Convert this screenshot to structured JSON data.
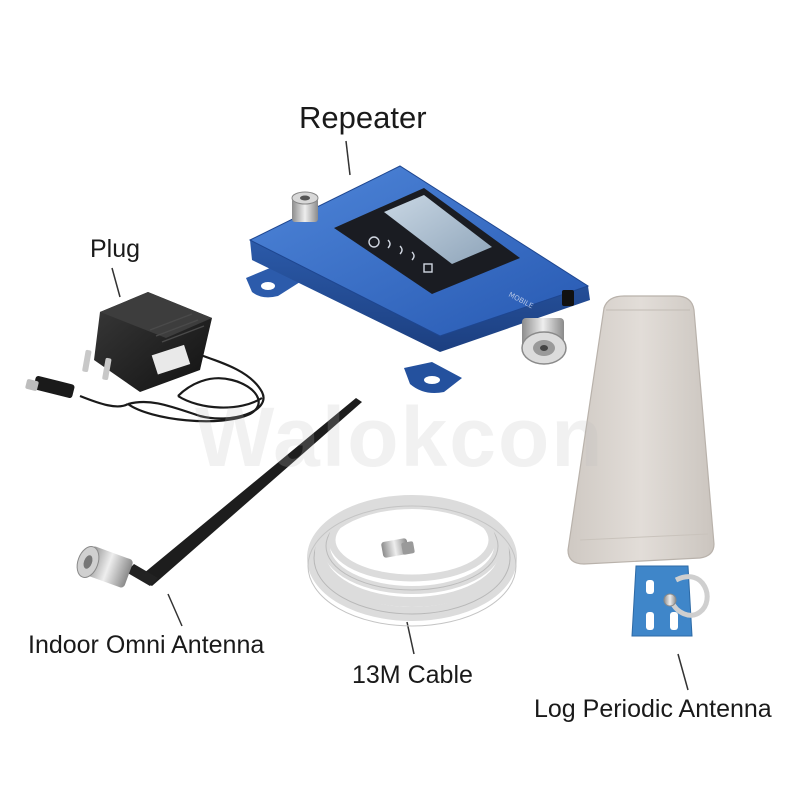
{
  "labels": {
    "repeater": "Repeater",
    "plug": "Plug",
    "indoor_antenna": "Indoor Omni Antenna",
    "cable": "13M Cable",
    "log_antenna": "Log Periodic Antenna"
  },
  "watermark": "Walokcon",
  "colors": {
    "repeater_body": "#2a5fb8",
    "antenna_cover": "#d9d4cf",
    "cable": "#e4e4e4",
    "plug": "#222222",
    "bracket": "#3f86c9"
  }
}
